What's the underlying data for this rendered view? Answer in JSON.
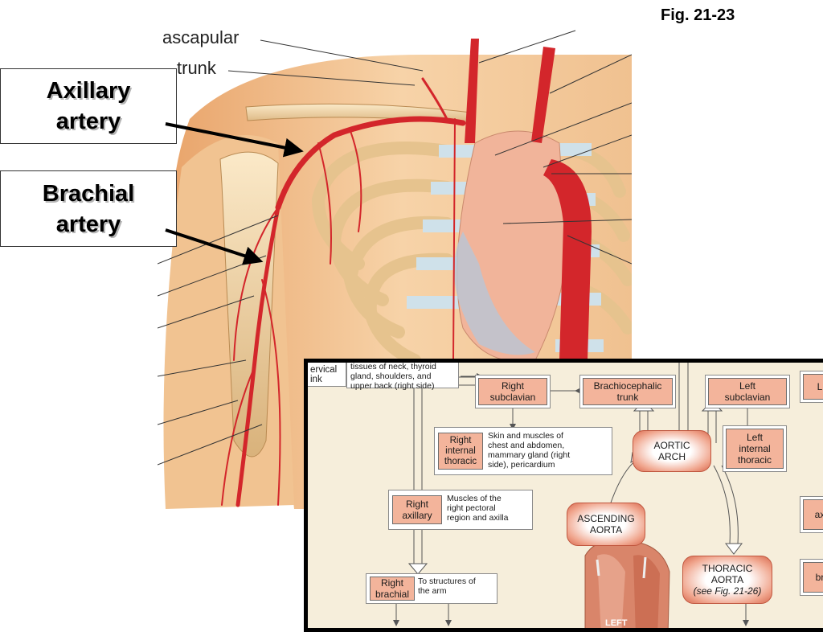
{
  "figure": {
    "label": "Fig. 21-23"
  },
  "callouts": {
    "axillary": {
      "line1": "Axillary",
      "line2": "artery"
    },
    "brachial": {
      "line1": "Brachial",
      "line2": "artery"
    }
  },
  "anatomy_labels": {
    "suprascapular_fragment": "ascapular",
    "trunk_fragment": "trunk"
  },
  "flowchart": {
    "top_left_fragment": {
      "line1": "ervical",
      "line2": "ink"
    },
    "top_desc": {
      "line1": "tissues of neck, thyroid",
      "line2": "gland, shoulders, and",
      "line3": "upper back (right side)"
    },
    "right_subclavian": {
      "line1": "Right",
      "line2": "subclavian"
    },
    "brachiocephalic": {
      "line1": "Brachiocephalic",
      "line2": "trunk"
    },
    "left_subclavian": {
      "line1": "Left",
      "line2": "subclavian"
    },
    "right_internal_thoracic": {
      "line1": "Right",
      "line2": "internal",
      "line3": "thoracic"
    },
    "rit_desc": {
      "line1": "Skin and muscles of",
      "line2": "chest and abdomen,",
      "line3": "mammary gland (right",
      "line4": "side), pericardium"
    },
    "aortic_arch": {
      "line1": "AORTIC",
      "line2": "ARCH"
    },
    "left_internal_thoracic": {
      "line1": "Left",
      "line2": "internal",
      "line3": "thoracic"
    },
    "right_axillary": {
      "line1": "Right",
      "line2": "axillary"
    },
    "axillary_desc": {
      "line1": "Muscles of the",
      "line2": "right pectoral",
      "line3": "region and axilla"
    },
    "ascending_aorta": {
      "line1": "ASCENDING",
      "line2": "AORTA"
    },
    "thoracic_aorta": {
      "line1": "THORACIC",
      "line2": "AORTA",
      "line3": "(see Fig. 21-26)"
    },
    "right_brachial": {
      "line1": "Right",
      "line2": "brachial"
    },
    "brachial_desc": {
      "line1": "To structures of",
      "line2": "the arm"
    },
    "cut_right_top": "L",
    "cut_right_ax": "ax",
    "cut_right_br": "br",
    "heart_label": "LEFT"
  },
  "colors": {
    "artery": "#d3262b",
    "bone": "#f0d7a8",
    "skin": "#f3c89a",
    "node_fill": "#f3b49b",
    "flow_bg": "#f6eedb"
  }
}
